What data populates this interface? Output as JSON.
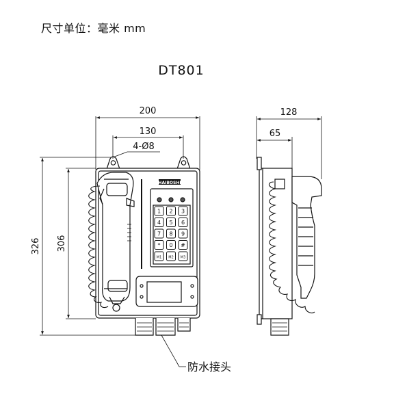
{
  "header": {
    "unit_label": "尺寸单位：毫米 mm",
    "model": "DT801"
  },
  "dimensions": {
    "front_width": "200",
    "front_hole_span": "130",
    "front_hole_dia": "4-Ø8",
    "front_total_height": "326",
    "front_body_height": "306",
    "side_depth": "128",
    "side_offset": "65"
  },
  "brand": "HAIBOSHI",
  "keypad": {
    "keys": [
      "1",
      "2",
      "3",
      "4",
      "5",
      "6",
      "7",
      "8",
      "9",
      "*",
      "0",
      "#",
      "M1",
      "M2",
      "M3"
    ]
  },
  "callout": {
    "label": "防水接头"
  }
}
